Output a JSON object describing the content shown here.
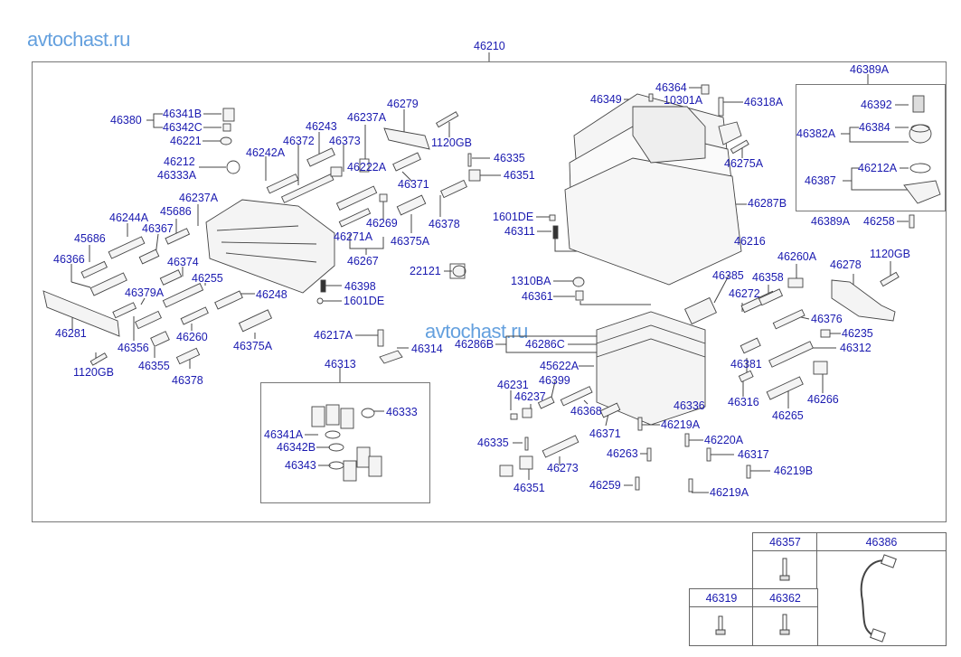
{
  "watermark": "avtochast.ru",
  "main_assembly": "46210",
  "labels": {
    "l46380": "46380",
    "l46341B": "46341B",
    "l46342C": "46342C",
    "l46221": "46221",
    "l46212": "46212",
    "l46333A": "46333A",
    "l46242A": "46242A",
    "l46372": "46372",
    "l46243": "46243",
    "l46373": "46373",
    "l46237A_top": "46237A",
    "l46222A": "46222A",
    "l46279": "46279",
    "l1120GB_top": "1120GB",
    "l46371_top": "46371",
    "l46335_top": "46335",
    "l46351_top": "46351",
    "l46378_top": "46378",
    "l46269": "46269",
    "l46271A": "46271A",
    "l46267": "46267",
    "l46375A_top": "46375A",
    "l46237A_left": "46237A",
    "l45686_a": "45686",
    "l46244A": "46244A",
    "l46367": "46367",
    "l45686_b": "45686",
    "l46366": "46366",
    "l46374": "46374",
    "l46255": "46255",
    "l46379A": "46379A",
    "l46248": "46248",
    "l46281": "46281",
    "l46356": "46356",
    "l46260": "46260",
    "l46375A_bot": "46375A",
    "l1120GB_left": "1120GB",
    "l46355": "46355",
    "l46378_bot": "46378",
    "l22121": "22121",
    "l46398": "46398",
    "l1601DE_mid": "1601DE",
    "l46217A": "46217A",
    "l46314": "46314",
    "l46313": "46313",
    "l46333": "46333",
    "l46341A": "46341A",
    "l46342B": "46342B",
    "l46343": "46343",
    "l46349": "46349",
    "l46364": "46364",
    "l10301A": "10301A",
    "l46318A": "46318A",
    "l46275A": "46275A",
    "l46287B": "46287B",
    "l1601DE_right": "1601DE",
    "l46311": "46311",
    "l46216": "46216",
    "l1310BA": "1310BA",
    "l46361": "46361",
    "l46385": "46385",
    "l46286B": "46286B",
    "l46286C": "46286C",
    "l45622A": "45622A",
    "l46231": "46231",
    "l46399": "46399",
    "l46237": "46237",
    "l46368": "46368",
    "l46336": "46336",
    "l46371_bot": "46371",
    "l46335_bot": "46335",
    "l46273": "46273",
    "l46351_bot": "46351",
    "l46219A_a": "46219A",
    "l46220A": "46220A",
    "l46263": "46263",
    "l46317": "46317",
    "l46219B": "46219B",
    "l46259": "46259",
    "l46219A_b": "46219A",
    "l46389A_box": "46389A",
    "l46392": "46392",
    "l46382A": "46382A",
    "l46384": "46384",
    "l46212A": "46212A",
    "l46387": "46387",
    "l46389A_out": "46389A",
    "l46258": "46258",
    "l46260A": "46260A",
    "l46278": "46278",
    "l1120GB_right": "1120GB",
    "l46358": "46358",
    "l46272": "46272",
    "l46376": "46376",
    "l46235": "46235",
    "l46312": "46312",
    "l46381": "46381",
    "l46316": "46316",
    "l46266": "46266",
    "l46265": "46265"
  },
  "parts_table": {
    "headers": {
      "c46357": "46357",
      "c46386": "46386",
      "c46319": "46319",
      "c46362": "46362"
    }
  }
}
